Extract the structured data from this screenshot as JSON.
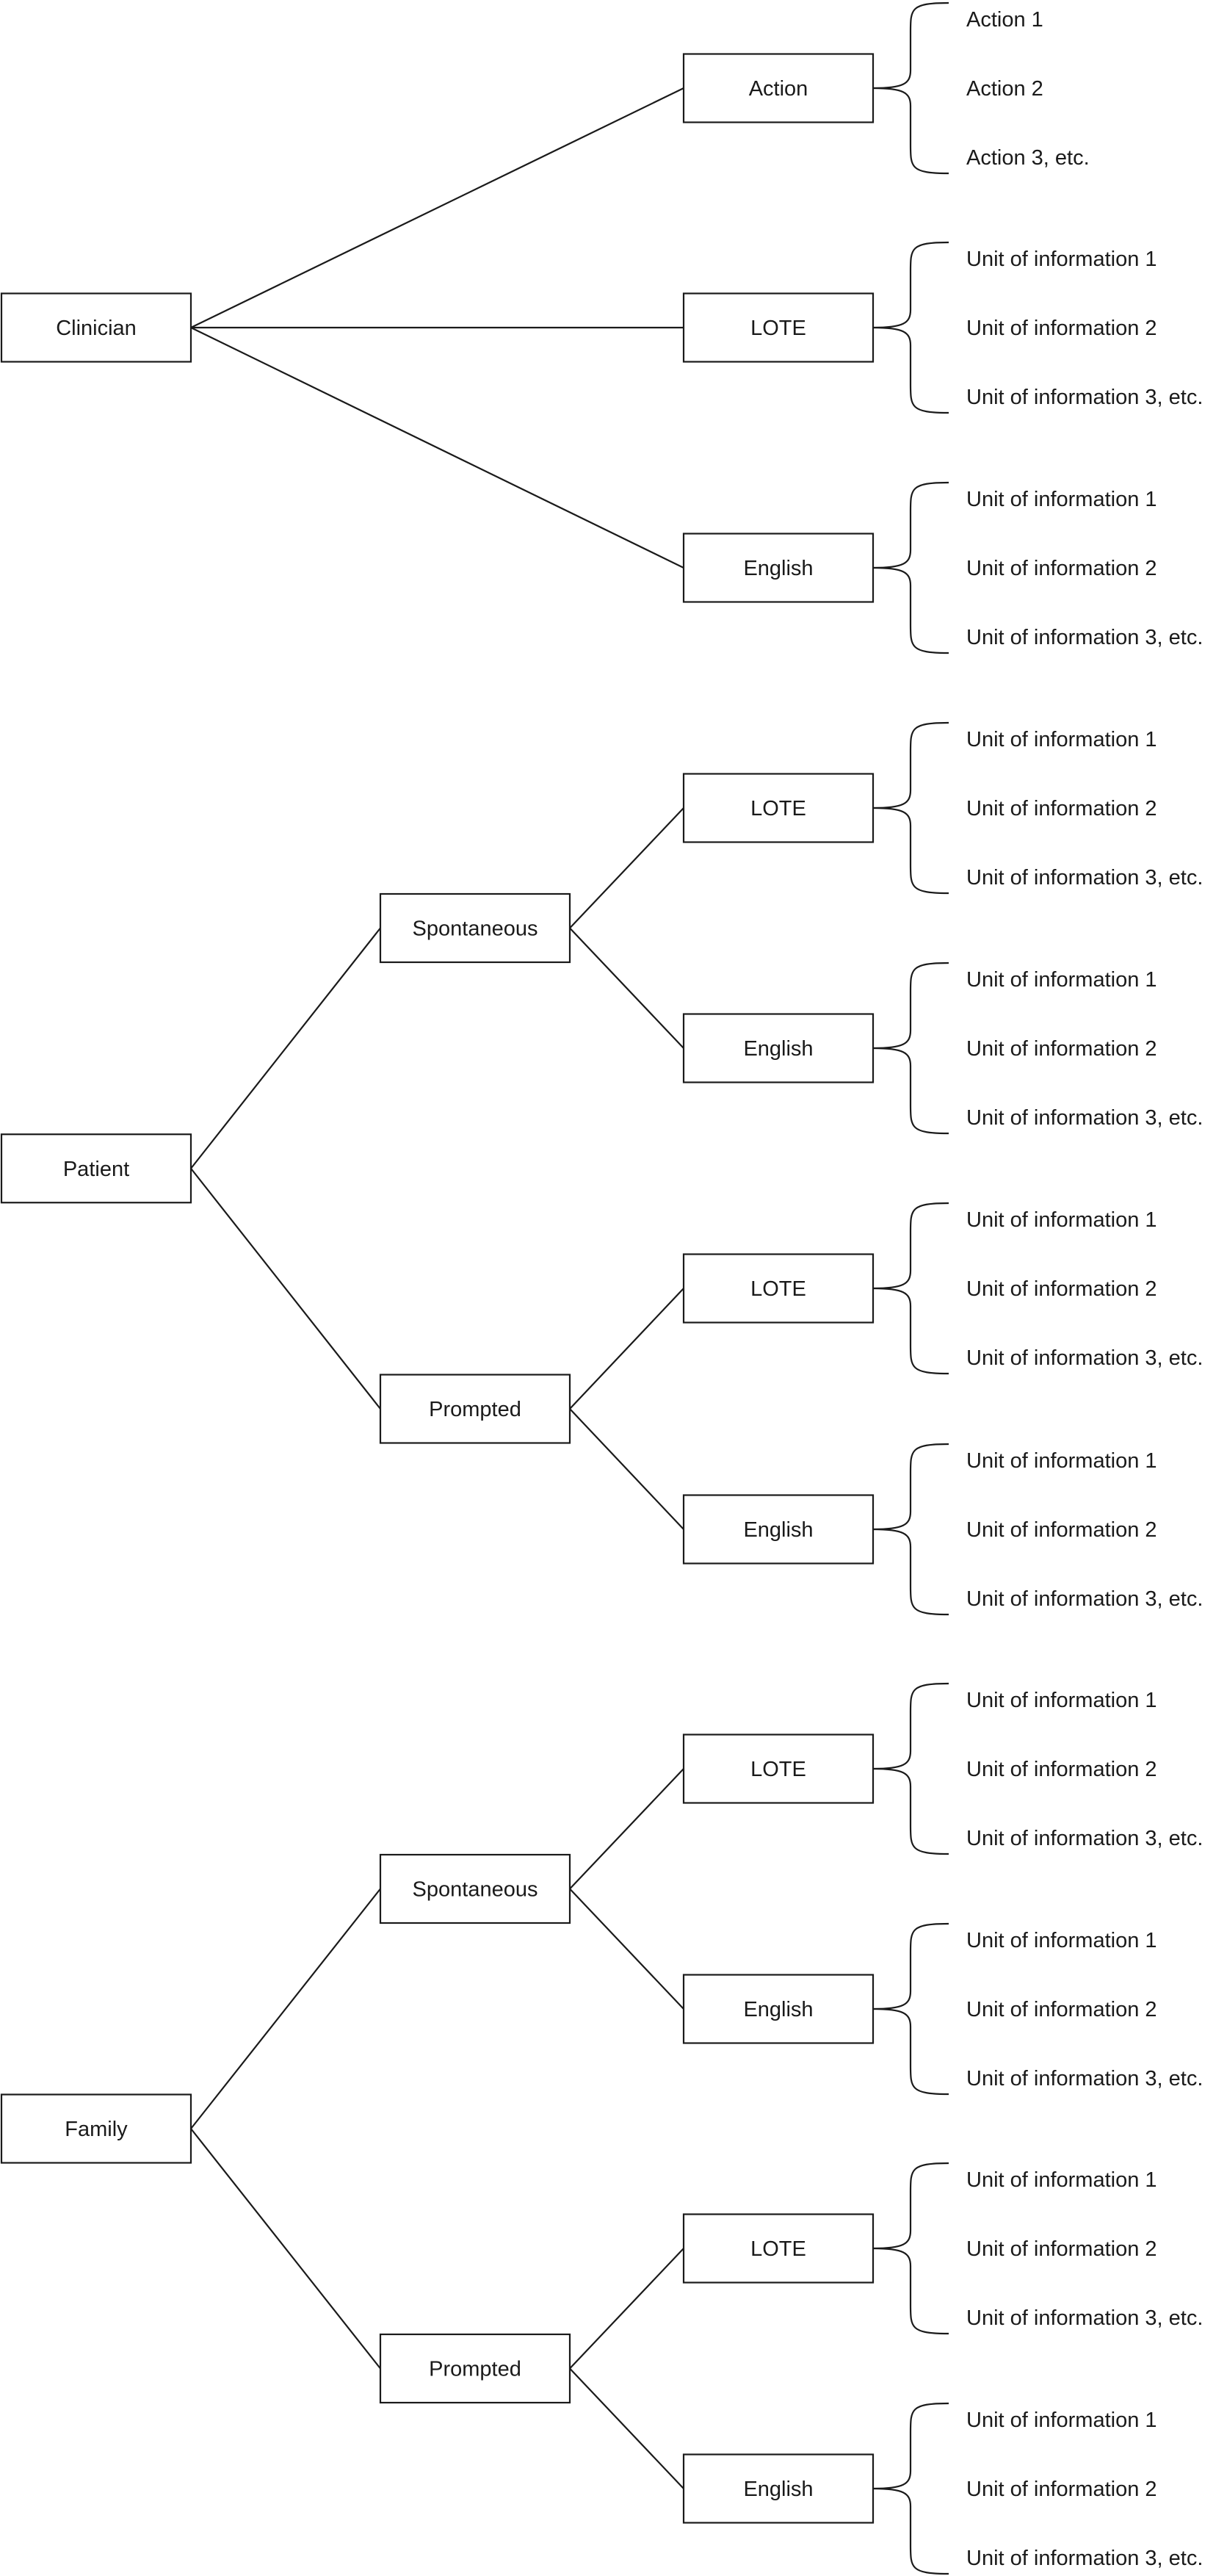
{
  "roots": [
    {
      "label": "Clinician",
      "branches": [
        {
          "label": "Action",
          "items": [
            "Action 1",
            "Action 2",
            "Action 3, etc."
          ]
        },
        {
          "label": "LOTE",
          "items": [
            "Unit of information 1",
            "Unit of information 2",
            "Unit of information 3, etc."
          ]
        },
        {
          "label": "English",
          "items": [
            "Unit of information 1",
            "Unit of information 2",
            "Unit of information 3, etc."
          ]
        }
      ]
    },
    {
      "label": "Patient",
      "groups": [
        {
          "label": "Spontaneous",
          "branches": [
            {
              "label": "LOTE",
              "items": [
                "Unit of information 1",
                "Unit of information 2",
                "Unit of information 3, etc."
              ]
            },
            {
              "label": "English",
              "items": [
                "Unit of information 1",
                "Unit of information 2",
                "Unit of information 3, etc."
              ]
            }
          ]
        },
        {
          "label": "Prompted",
          "branches": [
            {
              "label": "LOTE",
              "items": [
                "Unit of information 1",
                "Unit of information 2",
                "Unit of information 3, etc."
              ]
            },
            {
              "label": "English",
              "items": [
                "Unit of information 1",
                "Unit of information 2",
                "Unit of information 3, etc."
              ]
            }
          ]
        }
      ]
    },
    {
      "label": "Family",
      "groups": [
        {
          "label": "Spontaneous",
          "branches": [
            {
              "label": "LOTE",
              "items": [
                "Unit of information 1",
                "Unit of information 2",
                "Unit of information 3, etc."
              ]
            },
            {
              "label": "English",
              "items": [
                "Unit of information 1",
                "Unit of information 2",
                "Unit of information 3, etc."
              ]
            }
          ]
        },
        {
          "label": "Prompted",
          "branches": [
            {
              "label": "LOTE",
              "items": [
                "Unit of information 1",
                "Unit of information 2",
                "Unit of information 3, etc."
              ]
            },
            {
              "label": "English",
              "items": [
                "Unit of information 1",
                "Unit of information 2",
                "Unit of information 3, etc."
              ]
            }
          ]
        }
      ]
    }
  ]
}
